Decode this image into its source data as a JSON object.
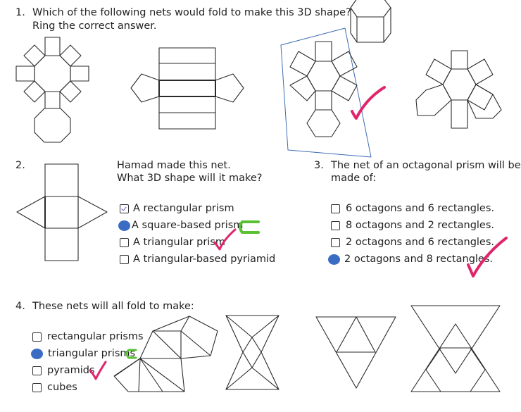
{
  "q1": {
    "number": "1.",
    "line1": "Which of the following nets would fold to make this 3D shape?",
    "line2": "Ring the correct answer."
  },
  "q2": {
    "number": "2.",
    "intro1": "Hamad made this net.",
    "intro2": "What 3D shape will it make?",
    "options": [
      {
        "label": "A rectangular prism",
        "mark": "tick"
      },
      {
        "label": "A square-based prism",
        "mark": "filled"
      },
      {
        "label": "A triangular prism",
        "mark": "empty"
      },
      {
        "label": "A triangular-based pyriamid",
        "mark": "empty"
      }
    ]
  },
  "q3": {
    "number": "3.",
    "line1": "The net of an octagonal prism will be",
    "line2": "made of:",
    "options": [
      {
        "label": "6 octagons and 6 rectangles.",
        "mark": "empty"
      },
      {
        "label": "8 octagons and 2 rectangles.",
        "mark": "empty"
      },
      {
        "label": "2 octagons and 6 rectangles.",
        "mark": "empty"
      },
      {
        "label": "2 octagons and 8 rectangles.",
        "mark": "filled"
      }
    ]
  },
  "q4": {
    "number": "4.",
    "line1": "These nets will all fold to make:",
    "options": [
      {
        "label": "rectangular prisms",
        "mark": "empty"
      },
      {
        "label": "triangular prisms",
        "mark": "filled"
      },
      {
        "label": "pyramids",
        "mark": "empty"
      },
      {
        "label": "cubes",
        "mark": "empty"
      }
    ]
  },
  "colors": {
    "line": "#2a2a2a",
    "frame": "#3f6cb5",
    "tick": "#e0256b",
    "highlight": "#58c234",
    "fill": "#3b6cc4"
  }
}
